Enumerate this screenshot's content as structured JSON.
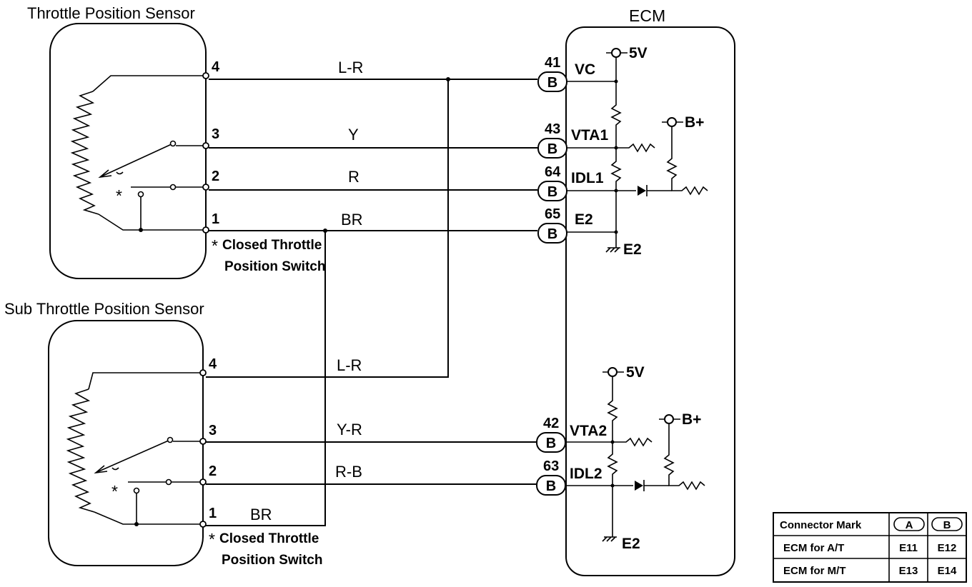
{
  "tps": {
    "title": "Throttle Position Sensor",
    "pins": [
      "4",
      "3",
      "2",
      "1"
    ],
    "wires": [
      "L-R",
      "Y",
      "R",
      "BR"
    ],
    "note_line1": "Closed Throttle",
    "note_line2": "Position Switch"
  },
  "sub_tps": {
    "title": "Sub Throttle Position Sensor",
    "pins": [
      "4",
      "3",
      "2",
      "1"
    ],
    "wires": [
      "L-R",
      "Y-R",
      "R-B",
      "BR"
    ],
    "note_line1": "Closed Throttle",
    "note_line2": "Position Switch"
  },
  "asterisk": "*",
  "ecm": {
    "title": "ECM",
    "connector_letter": "B",
    "terminals_top": [
      {
        "num": "41",
        "signal": "VC"
      },
      {
        "num": "43",
        "signal": "VTA1"
      },
      {
        "num": "64",
        "signal": "IDL1"
      },
      {
        "num": "65",
        "signal": "E2"
      }
    ],
    "terminals_bottom": [
      {
        "num": "42",
        "signal": "VTA2"
      },
      {
        "num": "63",
        "signal": "IDL2"
      }
    ],
    "supply_5v": "5V",
    "supply_bplus": "B+",
    "ground_label": "E2"
  },
  "connector_table": {
    "header": [
      "Connector Mark",
      "A",
      "B"
    ],
    "rows": [
      [
        "ECM for A/T",
        "E11",
        "E12"
      ],
      [
        "ECM for M/T",
        "E13",
        "E14"
      ]
    ]
  }
}
